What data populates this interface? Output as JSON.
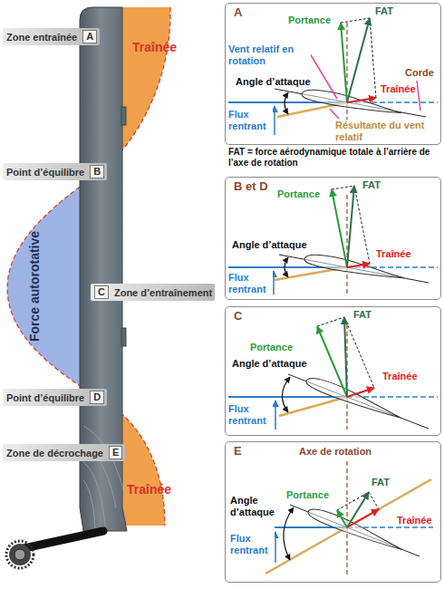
{
  "diagram": {
    "nodes": [
      {
        "text": [
          "Zone entraînée",
          "A"
        ]
      },
      {
        "text": [
          "Point d’équilibre",
          "B"
        ]
      },
      {
        "text": [
          "C",
          "Zone d’entraînement"
        ]
      },
      {
        "text": [
          "Point d’équilibre",
          "D"
        ]
      },
      {
        "text": [
          "Zone de décrochage",
          "E"
        ]
      },
      {
        "text": [
          "A",
          "Portance",
          "FAT",
          "Vent relatif en rotation",
          "Angle d’attaque",
          "Traînée",
          "Corde",
          "Flux rentrant",
          "Résultante du vent relatif"
        ]
      },
      {
        "text": [
          "B et D",
          "Portance",
          "FAT",
          "Angle d’attaque",
          "Traînée",
          "Flux rentrant"
        ]
      },
      {
        "text": [
          "C",
          "FAT",
          "Portance",
          "Angle d’attaque",
          "Traînée",
          "Flux rentrant"
        ]
      },
      {
        "text": [
          "E",
          "Axe de rotation",
          "Portance",
          "FAT",
          "Angle d’attaque",
          "Traînée",
          "Flux rentrant"
        ]
      }
    ],
    "labels": [
      "Traînée",
      "Force autorotative",
      "Traînée",
      "FAT = force aérodynamique totale à l’arrière de l’axe de rotation"
    ]
  }
}
